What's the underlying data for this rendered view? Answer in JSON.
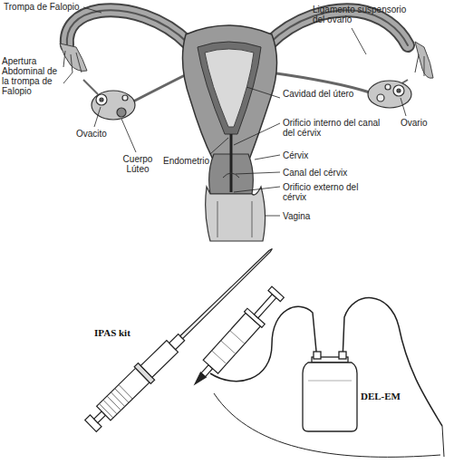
{
  "diagram": {
    "labels": [
      "Trompa de Falopio",
      "Ligamento suspensorio del ovario",
      "Apertura Abdominal de la trompa de Falopio",
      "Ovacito",
      "Cuerpo Lúteo",
      "Endometrio",
      "Cavidad del útero",
      "Orificio interno del canal del cérvix",
      "Cérvix",
      "Canal del cérvix",
      "Orificio externo del cérvix",
      "Vagina",
      "Ovario",
      "IPAS kit",
      "DEL-EM"
    ]
  }
}
